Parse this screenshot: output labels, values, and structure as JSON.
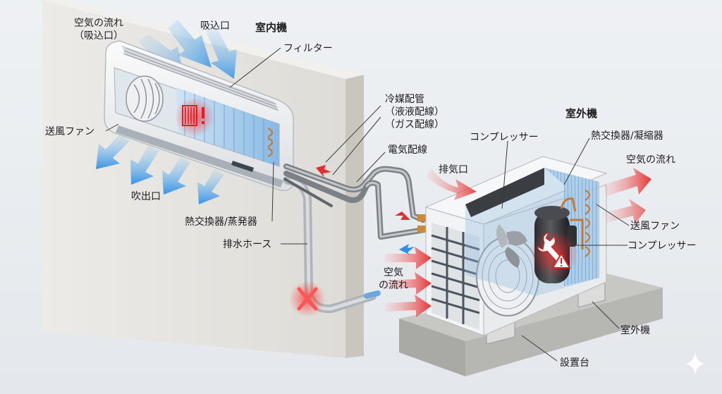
{
  "labels": {
    "air_flow_intake": [
      "空気の流れ",
      "（吸込口）"
    ],
    "intake": "吸込口",
    "indoor_unit": "室内機",
    "filter": "フィルター",
    "indoor_fan": "送風ファン",
    "outlet": "吹出口",
    "indoor_hx": "熱交換器/蒸発器",
    "drain_hose": "排水ホース",
    "refrigerant_pipe": [
      "冷媒配管",
      "（液液配線）",
      "（ガス配線）"
    ],
    "electric_wiring": "電気配線",
    "compressor_top": "コンプレッサー",
    "exhaust": "排気口",
    "outdoor_unit": "室外機",
    "outdoor_hx": "熱交換器/凝縮器",
    "air_flow_right": "空気の流れ",
    "outdoor_fan": "送風ファン",
    "compressor_right": "コンプレッサー",
    "air_flow_lower": [
      "空気",
      "の流れ"
    ],
    "outdoor_unit_bottom": "室外機",
    "mount_base": "設置台"
  },
  "colors": {
    "cold_air": "#3a9be8",
    "hot_air": "#e83a3a",
    "warning": "#e02020",
    "wall": "#e6e4e0",
    "unit_body": "#f4f5f6",
    "pipe": "#8d9296",
    "concrete": "#b9b9b6"
  },
  "icons": [
    "warning-icon",
    "wrench-icon",
    "blocked-drain-icon",
    "sparkle-icon"
  ]
}
